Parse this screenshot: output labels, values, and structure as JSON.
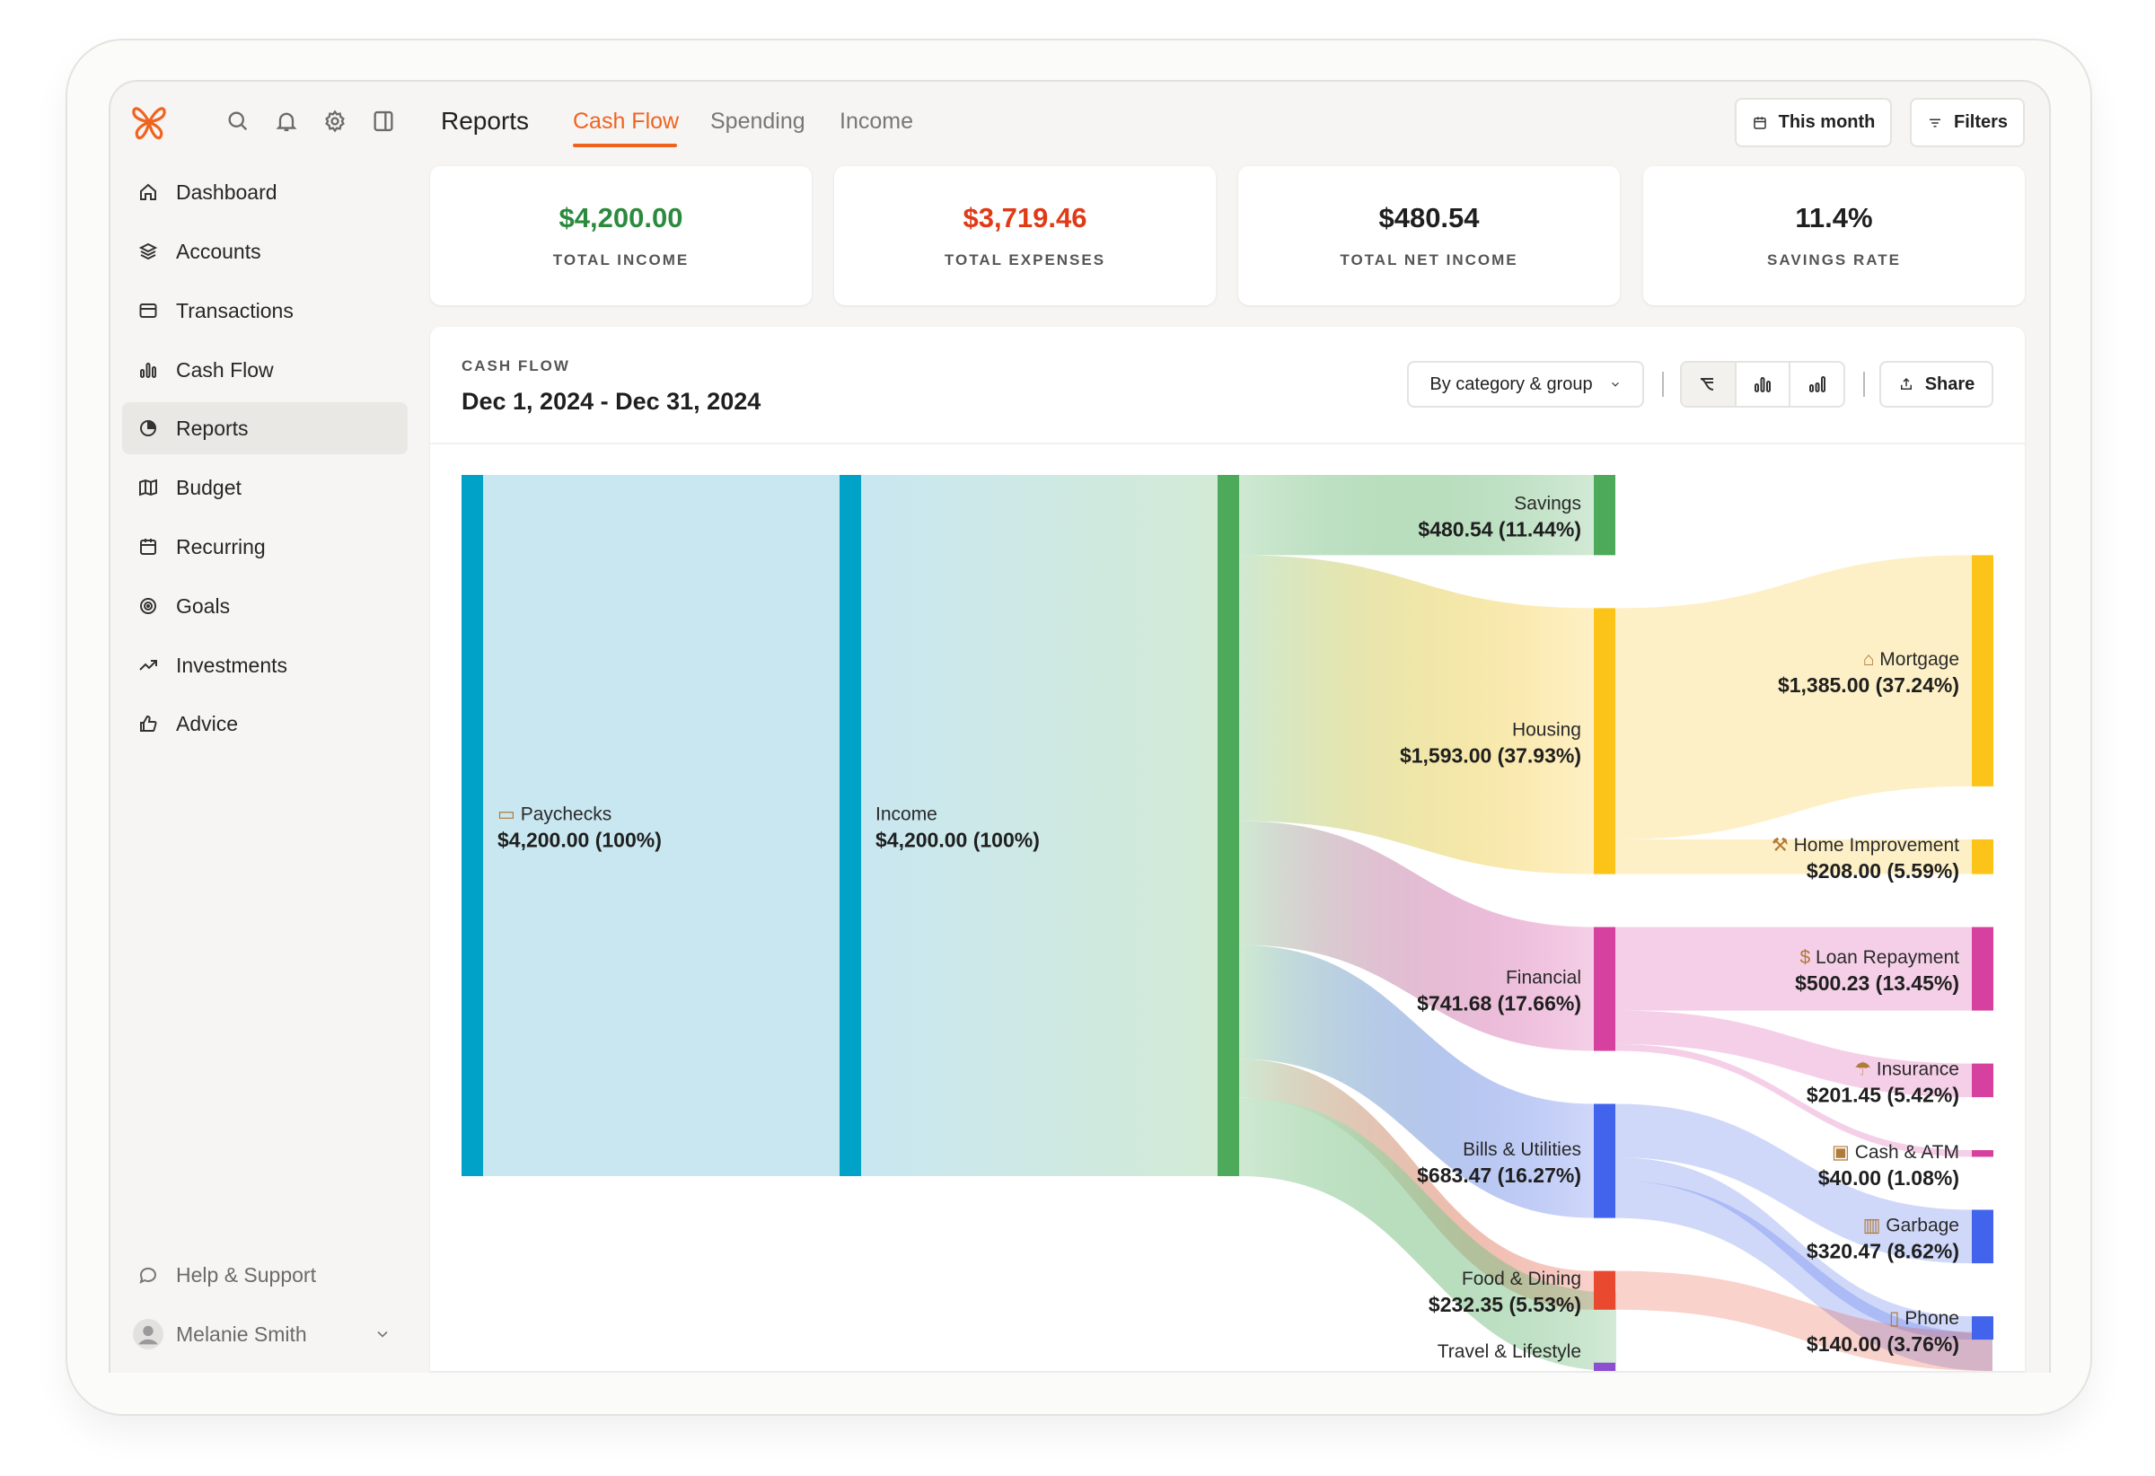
{
  "header": {
    "title": "Reports",
    "tabs": [
      {
        "label": "Cash Flow",
        "active": true
      },
      {
        "label": "Spending"
      },
      {
        "label": "Income"
      }
    ],
    "date_button": "This month",
    "filters_button": "Filters",
    "icons": [
      "search-icon",
      "bell-icon",
      "gear-icon",
      "sidebar-toggle-icon"
    ]
  },
  "sidebar": {
    "items": [
      {
        "label": "Dashboard",
        "icon": "home-icon"
      },
      {
        "label": "Accounts",
        "icon": "layers-icon"
      },
      {
        "label": "Transactions",
        "icon": "card-icon"
      },
      {
        "label": "Cash Flow",
        "icon": "bar-chart-icon"
      },
      {
        "label": "Reports",
        "icon": "pie-chart-icon",
        "active": true
      },
      {
        "label": "Budget",
        "icon": "map-icon"
      },
      {
        "label": "Recurring",
        "icon": "calendar-icon"
      },
      {
        "label": "Goals",
        "icon": "target-icon"
      },
      {
        "label": "Investments",
        "icon": "trend-icon"
      },
      {
        "label": "Advice",
        "icon": "thumbs-up-icon"
      }
    ],
    "help": "Help & Support",
    "user": "Melanie Smith"
  },
  "stats": [
    {
      "value": "$4,200.00",
      "label": "TOTAL INCOME",
      "color": "#2b8a3e"
    },
    {
      "value": "$3,719.46",
      "label": "TOTAL EXPENSES",
      "color": "#e03a16"
    },
    {
      "value": "$480.54",
      "label": "TOTAL NET INCOME",
      "color": "#1f1f1f"
    },
    {
      "value": "11.4%",
      "label": "SAVINGS RATE",
      "color": "#1f1f1f"
    }
  ],
  "cashflow": {
    "section_label": "CASH FLOW",
    "date_range": "Dec 1, 2024 - Dec 31, 2024",
    "group_select": "By category & group",
    "view_icons": [
      "sankey-icon",
      "bar-chart-icon",
      "stacked-bar-icon"
    ],
    "share": "Share"
  },
  "chart_data": {
    "type": "sankey",
    "nodes": [
      {
        "id": "paychecks",
        "name": "Paychecks",
        "icon": "money-icon",
        "value": "$4,200.00 (100%)",
        "amount": 4200,
        "column": 0,
        "color": "#00a3c7"
      },
      {
        "id": "income",
        "name": "Income",
        "value": "$4,200.00 (100%)",
        "amount": 4200,
        "column": 1,
        "color": "#00a3c7"
      },
      {
        "id": "total",
        "name": "",
        "amount": 4200,
        "column": 2,
        "color": "#4caa5a"
      },
      {
        "id": "savings",
        "name": "Savings",
        "value": "$480.54 (11.44%)",
        "amount": 480.54,
        "column": 3,
        "color": "#4caa5a"
      },
      {
        "id": "housing",
        "name": "Housing",
        "value": "$1,593.00 (37.93%)",
        "amount": 1593.0,
        "column": 3,
        "color": "#fcc419"
      },
      {
        "id": "financial",
        "name": "Financial",
        "value": "$741.68 (17.66%)",
        "amount": 741.68,
        "column": 3,
        "color": "#d6409f"
      },
      {
        "id": "bills",
        "name": "Bills & Utilities",
        "value": "$683.47 (16.27%)",
        "amount": 683.47,
        "column": 3,
        "color": "#4263eb"
      },
      {
        "id": "food",
        "name": "Food & Dining",
        "value": "$232.35 (5.53%)",
        "amount": 232.35,
        "column": 3,
        "color": "#e8492f"
      },
      {
        "id": "travel",
        "name": "Travel & Lifestyle",
        "column": 3,
        "color": "#8b4fd0"
      },
      {
        "id": "mortgage",
        "name": "Mortgage",
        "icon": "house-icon",
        "value": "$1,385.00 (37.24%)",
        "amount": 1385.0,
        "column": 4,
        "parent": "housing",
        "color": "#fcc419"
      },
      {
        "id": "homeimp",
        "name": "Home Improvement",
        "icon": "hammer-icon",
        "value": "$208.00 (5.59%)",
        "amount": 208.0,
        "column": 4,
        "parent": "housing",
        "color": "#fcc419"
      },
      {
        "id": "loan",
        "name": "Loan Repayment",
        "icon": "money-bag-icon",
        "value": "$500.23 (13.45%)",
        "amount": 500.23,
        "column": 4,
        "parent": "financial",
        "color": "#d6409f"
      },
      {
        "id": "insurance",
        "name": "Insurance",
        "icon": "umbrella-icon",
        "value": "$201.45 (5.42%)",
        "amount": 201.45,
        "column": 4,
        "parent": "financial",
        "color": "#d6409f"
      },
      {
        "id": "cash",
        "name": "Cash & ATM",
        "icon": "atm-icon",
        "value": "$40.00 (1.08%)",
        "amount": 40.0,
        "column": 4,
        "parent": "financial",
        "color": "#d6409f"
      },
      {
        "id": "garbage",
        "name": "Garbage",
        "icon": "trash-icon",
        "value": "$320.47 (8.62%)",
        "amount": 320.47,
        "column": 4,
        "parent": "bills",
        "color": "#4263eb"
      },
      {
        "id": "phone",
        "name": "Phone",
        "icon": "phone-icon",
        "value": "$140.00 (3.76%)",
        "amount": 140.0,
        "column": 4,
        "parent": "bills",
        "color": "#4263eb"
      }
    ],
    "links": [
      {
        "source": "paychecks",
        "target": "income",
        "value": 4200
      },
      {
        "source": "income",
        "target": "total",
        "value": 4200
      },
      {
        "source": "total",
        "target": "savings",
        "value": 480.54
      },
      {
        "source": "total",
        "target": "housing",
        "value": 1593.0
      },
      {
        "source": "total",
        "target": "financial",
        "value": 741.68
      },
      {
        "source": "total",
        "target": "bills",
        "value": 683.47
      },
      {
        "source": "total",
        "target": "food",
        "value": 232.35
      },
      {
        "source": "housing",
        "target": "mortgage",
        "value": 1385.0
      },
      {
        "source": "housing",
        "target": "homeimp",
        "value": 208.0
      },
      {
        "source": "financial",
        "target": "loan",
        "value": 500.23
      },
      {
        "source": "financial",
        "target": "insurance",
        "value": 201.45
      },
      {
        "source": "financial",
        "target": "cash",
        "value": 40.0
      },
      {
        "source": "bills",
        "target": "garbage",
        "value": 320.47
      },
      {
        "source": "bills",
        "target": "phone",
        "value": 140.0
      }
    ]
  }
}
